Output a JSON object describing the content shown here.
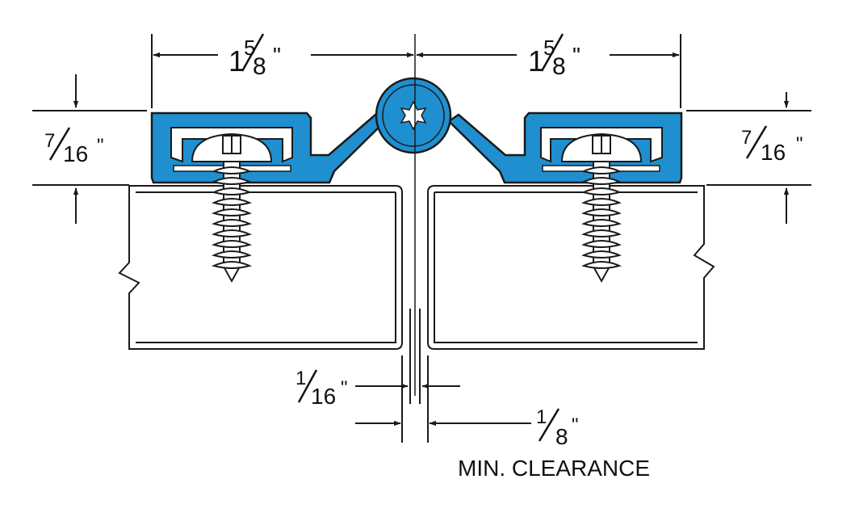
{
  "colors": {
    "hinge_blue": "#1f8fcf",
    "hinge_blue_dark": "#0f5f92",
    "line": "#1a1a1a",
    "background": "#ffffff"
  },
  "dimensions": {
    "top_left": {
      "whole": "1",
      "num": "5",
      "den": "8",
      "unit": "\""
    },
    "top_right": {
      "whole": "1",
      "num": "5",
      "den": "8",
      "unit": "\""
    },
    "left_height": {
      "num": "7",
      "den": "16",
      "unit": "\""
    },
    "right_height": {
      "num": "7",
      "den": "16",
      "unit": "\""
    },
    "gap_small": {
      "num": "1",
      "den": "16",
      "unit": "\""
    },
    "gap_large": {
      "num": "1",
      "den": "8",
      "unit": "\""
    }
  },
  "caption": "MIN. CLEARANCE"
}
